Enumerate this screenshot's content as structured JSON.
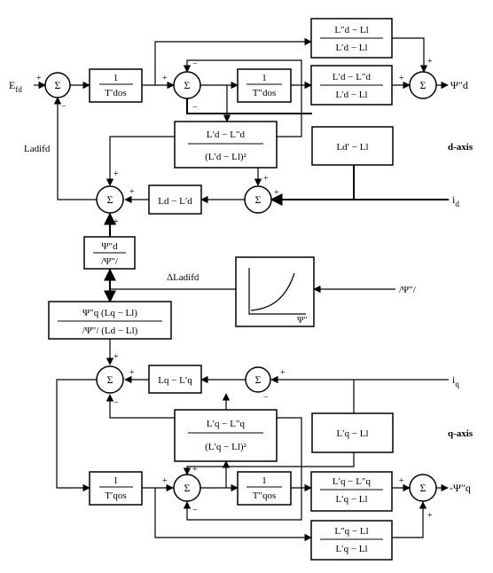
{
  "sum_symbol": "Σ",
  "inputs": {
    "efd": {
      "main": "E",
      "sub": "fd"
    },
    "id": {
      "main": "i",
      "sub": "d"
    },
    "iq": {
      "main": "i",
      "sub": "q"
    },
    "psi_mag": "/Ψ″/"
  },
  "outputs": {
    "psi_d": "Ψ″d",
    "psi_q": "-Ψ″q"
  },
  "labels": {
    "lad_ifd": "Ladifd",
    "delta_lad_ifd": "ΔLadifd",
    "d_axis": "d-axis",
    "q_axis": "q-axis"
  },
  "blocks": {
    "tdo_prime": {
      "num": "1",
      "den": "T′dos"
    },
    "tdo_dprime": {
      "num": "1",
      "den": "T″dos"
    },
    "d_gain_top": {
      "num": "L″d − Ll",
      "den": "L′d − Ll"
    },
    "d_gain_mid": {
      "num": "L′d − L″d",
      "den": "L′d − Ll"
    },
    "d_fb": {
      "num": "L′d − L″d",
      "den": "(L′d − Ll)²"
    },
    "ld_ll": "Ld′ − Ll",
    "ld_lpd": "Ld − L′d",
    "psi_ratio": {
      "num": "Ψ″d",
      "den": "/Ψ″/"
    },
    "psiq_ratio": {
      "num": "Ψ″q (Lq − Ll)",
      "den": "/Ψ″/ (Ld − Ll)"
    },
    "lq_lpq": "Lq − L′q",
    "q_fb": {
      "num": "L′q − L″q",
      "den": "(L′q − Ll)²"
    },
    "lpq_ll": "L′q − Ll",
    "tqo_prime": {
      "num": "1",
      "den": "T′qos"
    },
    "tqo_dprime": {
      "num": "1",
      "den": "T″qos"
    },
    "q_gain_mid": {
      "num": "L′q − L″q",
      "den": "L′q − Ll"
    },
    "q_gain_bot": {
      "num": "L″q − Ll",
      "den": "L′q − Ll"
    },
    "sat_axis": "Ψ″"
  },
  "signs": {
    "plus": "+",
    "minus": "−"
  }
}
